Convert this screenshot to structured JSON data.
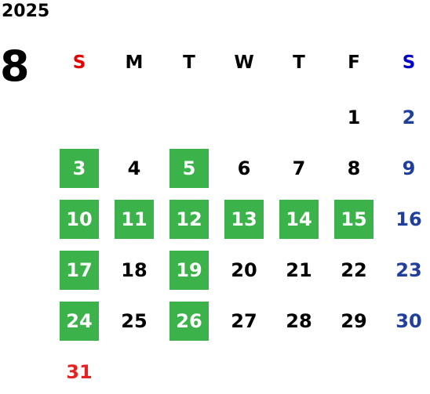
{
  "year": "2025",
  "month": "8",
  "colors": {
    "highlight": "#3bb34a",
    "sunday_header": "#e60000",
    "saturday_header": "#0000cc",
    "sunday_day": "#e52222",
    "saturday_day": "#1f3f9a"
  },
  "weekdays": [
    "S",
    "M",
    "T",
    "W",
    "T",
    "F",
    "S"
  ],
  "weeks": [
    [
      {
        "d": ""
      },
      {
        "d": ""
      },
      {
        "d": ""
      },
      {
        "d": ""
      },
      {
        "d": ""
      },
      {
        "d": "1"
      },
      {
        "d": "2"
      }
    ],
    [
      {
        "d": "3",
        "hl": true
      },
      {
        "d": "4"
      },
      {
        "d": "5",
        "hl": true
      },
      {
        "d": "6"
      },
      {
        "d": "7"
      },
      {
        "d": "8"
      },
      {
        "d": "9"
      }
    ],
    [
      {
        "d": "10",
        "hl": true
      },
      {
        "d": "11",
        "hl": true
      },
      {
        "d": "12",
        "hl": true
      },
      {
        "d": "13",
        "hl": true
      },
      {
        "d": "14",
        "hl": true
      },
      {
        "d": "15",
        "hl": true
      },
      {
        "d": "16"
      }
    ],
    [
      {
        "d": "17",
        "hl": true
      },
      {
        "d": "18"
      },
      {
        "d": "19",
        "hl": true
      },
      {
        "d": "20"
      },
      {
        "d": "21"
      },
      {
        "d": "22"
      },
      {
        "d": "23"
      }
    ],
    [
      {
        "d": "24",
        "hl": true
      },
      {
        "d": "25"
      },
      {
        "d": "26",
        "hl": true
      },
      {
        "d": "27"
      },
      {
        "d": "28"
      },
      {
        "d": "29"
      },
      {
        "d": "30"
      }
    ],
    [
      {
        "d": "31"
      },
      {
        "d": ""
      },
      {
        "d": ""
      },
      {
        "d": ""
      },
      {
        "d": ""
      },
      {
        "d": ""
      },
      {
        "d": ""
      }
    ]
  ]
}
